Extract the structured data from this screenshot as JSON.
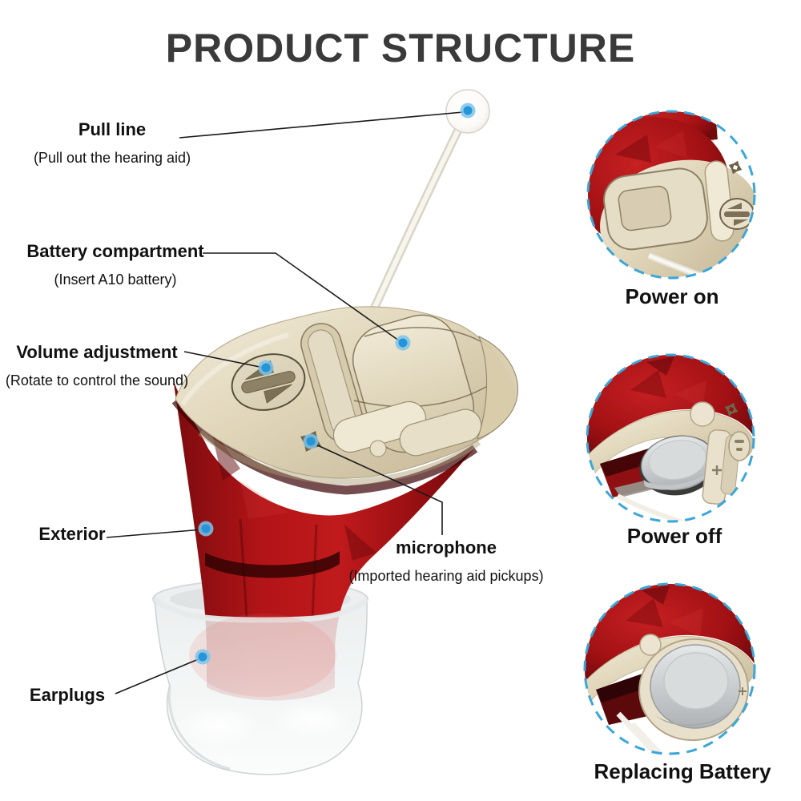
{
  "title": "PRODUCT STRUCTURE",
  "callouts": {
    "pull_line": {
      "label": "Pull line",
      "note": "(Pull out the hearing aid)"
    },
    "battery": {
      "label": "Battery compartment",
      "note": "(Insert A10 battery)"
    },
    "volume": {
      "label": "Volume adjustment",
      "note": "(Rotate to control the sound)"
    },
    "exterior": {
      "label": "Exterior",
      "note": ""
    },
    "microphone": {
      "label": "microphone",
      "note": "(Imported hearing aid pickups)"
    },
    "earplugs": {
      "label": "Earplugs",
      "note": ""
    }
  },
  "insets": {
    "power_on": {
      "label": "Power on"
    },
    "power_off": {
      "label": "Power off"
    },
    "replacing_battery": {
      "label": "Replacing Battery"
    }
  },
  "colors": {
    "accent_blue_dashed": "#3ba6d8",
    "callout_dot_blue": "#2496d8",
    "device_red": "#b31417",
    "device_red_dark": "#6f090c",
    "device_cream": "#ddd1b4",
    "battery_silver": "#ccd0d2",
    "cup_frost": "#eef0f0",
    "title_color": "#3a3a3a",
    "text_color": "#111111",
    "line_color": "#1a1a1a"
  },
  "icons": {
    "callout_dot": "blue-dot",
    "volume_screw": "slotted-screw",
    "microphone_screw": "cross-screw"
  }
}
